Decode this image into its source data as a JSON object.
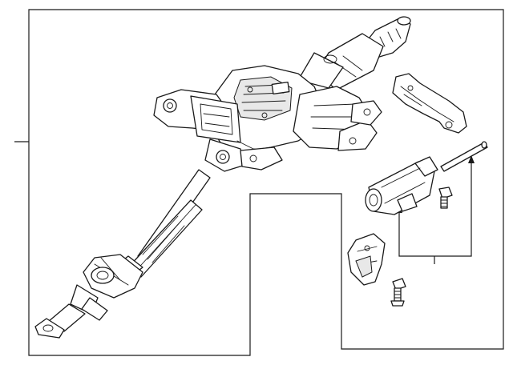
{
  "diagram": {
    "callouts": [
      {
        "id": "callout-1",
        "label": ""
      },
      {
        "id": "callout-2",
        "label": ""
      }
    ],
    "parts": [
      "steering-column-assembly",
      "intermediate-shaft",
      "universal-joint",
      "column-cover-bracket",
      "actuator-motor",
      "retaining-pin",
      "mounting-bolt",
      "lower-bracket",
      "bracket-bolt"
    ]
  }
}
